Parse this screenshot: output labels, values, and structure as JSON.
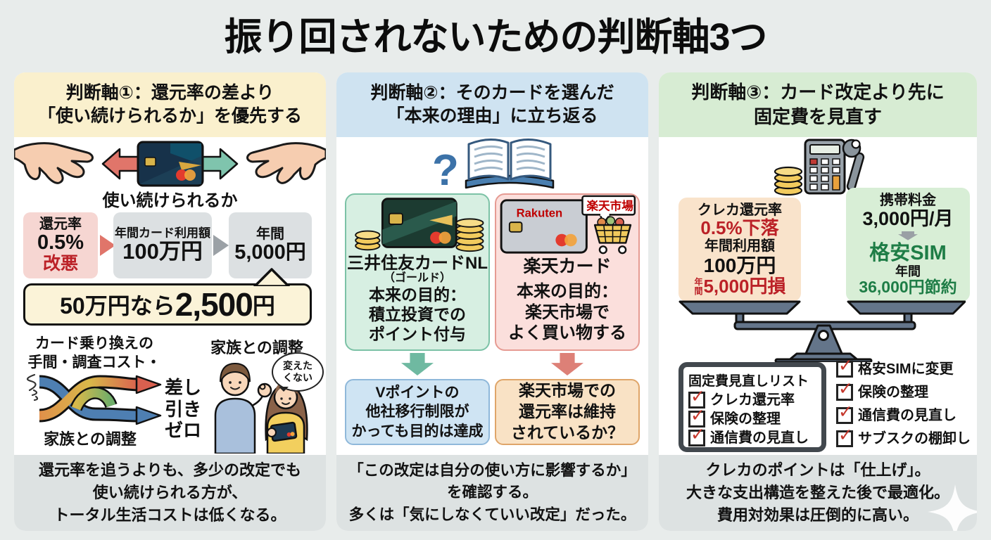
{
  "title": "振り回されないための判断軸3つ",
  "icons": {
    "question": "?",
    "check": "✓"
  },
  "colors": {
    "page_bg": "#e8eceb",
    "col1_header_bg": "#faf0cd",
    "col2_header_bg": "#cfe3f1",
    "col3_header_bg": "#d7ecd3",
    "footer_bg": "#dde2e2",
    "alert_red": "#bb2127",
    "saving_green": "#1e7d46",
    "teal_arrow": "#6fb9a1",
    "salmon_arrow": "#dd8077"
  },
  "col1": {
    "header_line1": "判断軸①：還元率の差より",
    "header_line2": "「使い続けられるか」を優先する",
    "handshake_caption": "使い続けられるか",
    "flow": {
      "box1_line1": "還元率",
      "box1_line2": "0.5%",
      "box1_line3": "改悪",
      "box2_line1": "年間カード利用額",
      "box2_line2": "100万円",
      "box3_line1": "年間",
      "box3_line2": "5,000円"
    },
    "callout_pre": "50万円なら",
    "callout_value": "2,500",
    "callout_unit": "円",
    "tangle_top_line1": "カード乗り換えの",
    "tangle_top_line2": "手間・調査コスト・",
    "tangle_bottom": "家族との調整",
    "net_line1": "差し",
    "net_line2": "引き",
    "net_line3": "ゼロ",
    "family_title": "家族との調整",
    "bubble_line1": "変えた",
    "bubble_line2": "くない",
    "footer_line1": "還元率を追うよりも、多少の改定でも",
    "footer_line2": "使い続けられる方が、",
    "footer_line3": "トータル生活コストは低くなる。"
  },
  "col2": {
    "header_line1": "判断軸②：そのカードを選んだ",
    "header_line2": "「本来の理由」に立ち返る",
    "card1": {
      "name": "三井住友カードNL",
      "grade": "（ゴールド）",
      "line1": "本来の目的：",
      "line2": "積立投資での",
      "line3": "ポイント付与"
    },
    "card2": {
      "logo": "Rakuten",
      "tag": "楽天市場",
      "name": "楽天カード",
      "line1": "本来の目的：",
      "line2": "楽天市場で",
      "line3": "よく買い物する"
    },
    "result1_line1": "Vポイントの",
    "result1_line2": "他社移行制限が",
    "result1_line3": "かっても目的は達成",
    "result2_line1": "楽天市場での",
    "result2_line2": "還元率は維持",
    "result2_line3": "されているか？",
    "footer_line1": "「この改定は自分の使い方に影響するか」",
    "footer_line2": "を確認する。",
    "footer_line3": "多くは「気にしなくていい改定」だった。"
  },
  "col3": {
    "header_line1": "判断軸③：カード改定より先に",
    "header_line2": "固定費を見直す",
    "left_box": {
      "line1": "クレカ還元率",
      "line2": "0.5%下落",
      "line3": "年間利用額",
      "line4": "100万円",
      "line5_small": "年間",
      "line5_big": "5,000円損"
    },
    "right_box": {
      "line1": "携帯料金",
      "line2": "3,000円/月",
      "line3": "格安SIM",
      "line4": "年間",
      "line5": "36,000円節約"
    },
    "checklist_title": "固定費見直しリスト",
    "checklist_left": [
      "クレカ還元率",
      "保険の整理",
      "通信費の見直し"
    ],
    "checklist_right": [
      "格安SIMに変更",
      "保険の整理",
      "通信費の見直し",
      "サブスクの棚卸し"
    ],
    "footer_line1": "クレカのポイントは「仕上げ」。",
    "footer_line2": "大きな支出構造を整えた後で最適化。",
    "footer_line3": "費用対効果は圧倒的に高い。"
  }
}
